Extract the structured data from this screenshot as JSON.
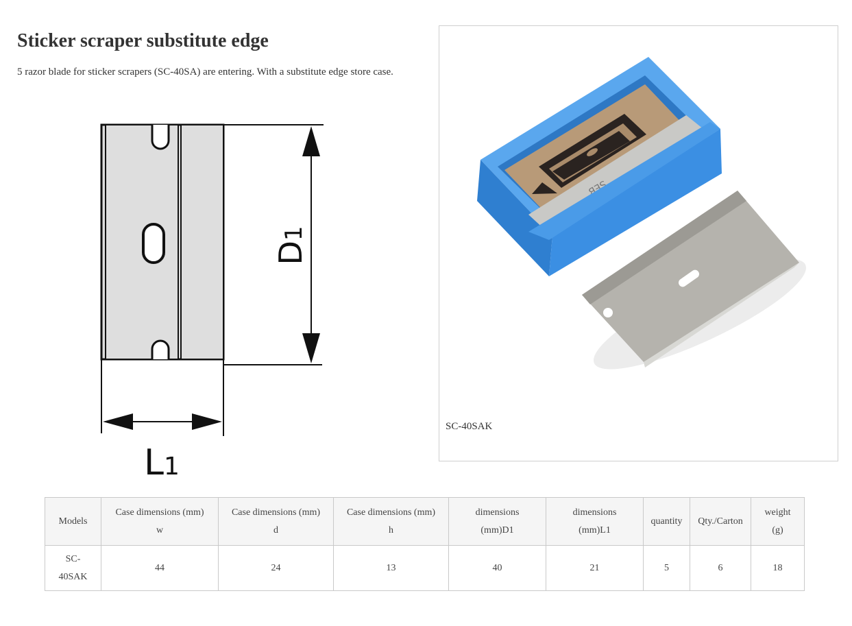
{
  "heading": "Sticker scraper substitute edge",
  "description": "5 razor blade for sticker scrapers (SC-40SA) are entering. With a substitute edge store case.",
  "drawing": {
    "label_d_main": "D",
    "label_d_sub": "1",
    "label_l_main": "L",
    "label_l_sub": "1"
  },
  "product_photo": {
    "caption": "SC-40SAK",
    "blade_print": "SEB"
  },
  "spec_table": {
    "headers": [
      {
        "line1": "Models",
        "line2": ""
      },
      {
        "line1": "Case dimensions (mm)",
        "line2": "w"
      },
      {
        "line1": "Case dimensions (mm)",
        "line2": "d"
      },
      {
        "line1": "Case dimensions (mm)",
        "line2": "h"
      },
      {
        "line1": "dimensions",
        "line2": "(mm)D1"
      },
      {
        "line1": "dimensions",
        "line2": "(mm)L1"
      },
      {
        "line1": "quantity",
        "line2": ""
      },
      {
        "line1": "Qty./Carton",
        "line2": ""
      },
      {
        "line1": "weight",
        "line2": "(g)"
      }
    ],
    "row": {
      "model_line1": "SC-",
      "model_line2": "40SAK",
      "w": "44",
      "d": "24",
      "h": "13",
      "d1": "40",
      "l1": "21",
      "quantity": "5",
      "qty_carton": "6",
      "weight": "18"
    }
  },
  "colors": {
    "text": "#333333",
    "case_blue": "#3a8ee0",
    "blade_steel": "#b8b8b4",
    "table_border": "#c9c9c9",
    "header_bg": "#f5f5f5"
  }
}
